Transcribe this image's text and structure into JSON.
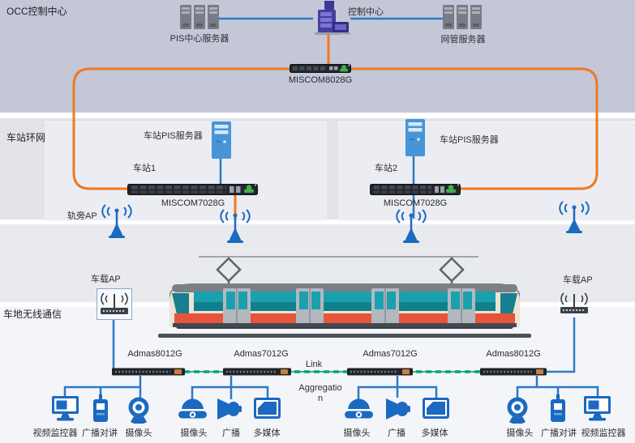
{
  "sections": {
    "occ": "OCC控制中心",
    "station_ring": "车站环网",
    "train_ground": "车地无线通信"
  },
  "occ": {
    "pis_server_label": "PIS中心服务器",
    "control_center_label": "控制中心",
    "nms_server_label": "网管服务器",
    "core_switch_label": "MISCOM8028G"
  },
  "stations": [
    {
      "name": "车站1",
      "server_label": "车站PIS服务器",
      "switch_label": "MISCOM7028G"
    },
    {
      "name": "车站2",
      "server_label": "车站PIS服务器",
      "switch_label": "MISCOM7028G"
    }
  ],
  "aps": {
    "trackside_label": "轨旁AP",
    "onboard_left_label": "车载AP",
    "onboard_right_label": "车载AP"
  },
  "onboard": {
    "switches": [
      "Admas8012G",
      "Admas7012G",
      "Admas7012G",
      "Admas8012G"
    ],
    "link_label": "Link",
    "aggregation_label": "Aggregation",
    "groups": [
      {
        "items": [
          "视频监控器",
          "广播对讲",
          "摄像头"
        ]
      },
      {
        "items": [
          "摄像头",
          "广播",
          "多媒体"
        ]
      },
      {
        "items": [
          "摄像头",
          "广播",
          "多媒体"
        ]
      },
      {
        "items": [
          "摄像头",
          "广播对讲",
          "视频监控器"
        ]
      }
    ]
  },
  "colors": {
    "ring_orange": "#F1791F",
    "link_blue": "#2E79C5",
    "device_blue": "#1B69C1",
    "aggregation_teal": "#00A37C",
    "band_top": "#C4C7D8"
  }
}
